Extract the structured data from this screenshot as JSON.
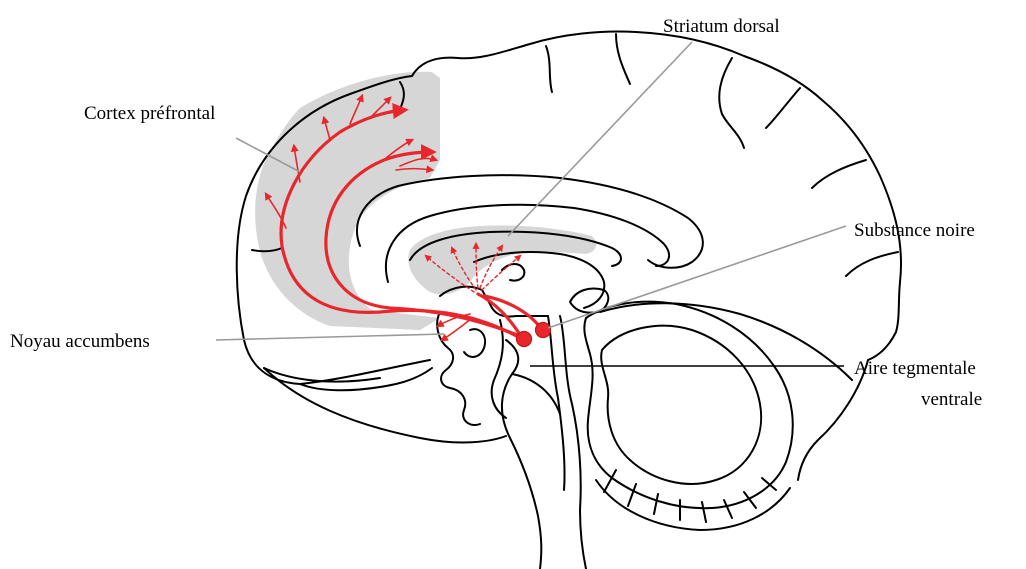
{
  "labels": {
    "cortex_prefrontal": "Cortex préfrontal",
    "striatum_dorsal": "Striatum dorsal",
    "substance_noire": "Substance noire",
    "noyau_accumbens": "Noyau accumbens",
    "aire_tegmentale_line1": "Aire tegmentale",
    "aire_tegmentale_line2": "ventrale"
  },
  "colors": {
    "pathway": "#e8262b",
    "highlight_region": "#d6d6d6",
    "outline": "#000000",
    "leader_grey": "#9a9a9a"
  }
}
